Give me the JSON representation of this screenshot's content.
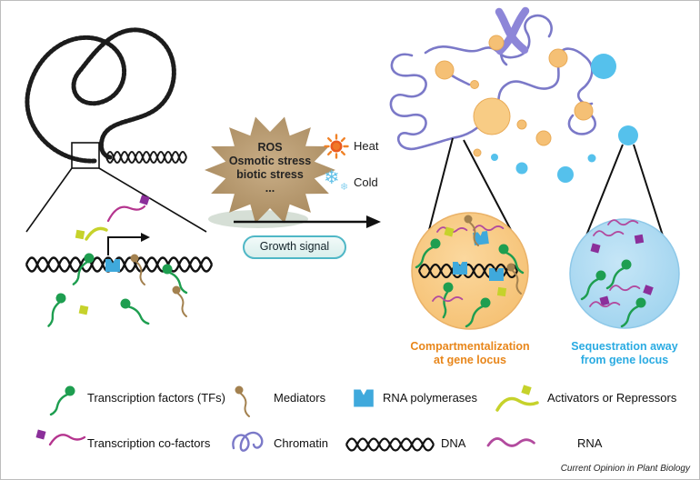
{
  "burst": {
    "line1": "ROS",
    "line2": "Osmotic stress",
    "line3": "biotic stress",
    "line4": "..."
  },
  "signals": {
    "heat": "Heat",
    "cold": "Cold",
    "growth": "Growth signal"
  },
  "icons": {
    "cold_flake_large": "❄",
    "cold_flake_small": "❄",
    "heat_icon": "sun-shape",
    "legend_icons": [
      "tf-icon",
      "mediator-icon",
      "rna-polymerase-icon",
      "activator-repressor-icon",
      "co-factor-icon",
      "chromatin-icon",
      "dna-icon",
      "rna-icon"
    ]
  },
  "outcomes": {
    "compartmentalization": {
      "line1": "Compartmentalization",
      "line2": "at gene locus"
    },
    "sequestration": {
      "line1": "Sequestration away",
      "line2": "from gene locus"
    }
  },
  "legend": {
    "items": [
      {
        "label": "Transcription factors (TFs)"
      },
      {
        "label": "Mediators"
      },
      {
        "label": "RNA polymerases"
      },
      {
        "label": "Activators or Repressors"
      },
      {
        "label": "Transcription co-factors"
      },
      {
        "label": "Chromatin"
      },
      {
        "label": "DNA"
      },
      {
        "label": "RNA"
      }
    ]
  },
  "footer": "Current Opinion in Plant Biology",
  "colors": {
    "tf_green": "#1e9e50",
    "cofactor_magenta": "#b5358f",
    "cofactor_square_purple": "#8b2f9a",
    "polymerase_blue": "#3fa9dc",
    "activator_yellow": "#c6d22b",
    "mediator_brown": "#a3814f",
    "chromatin_purple": "#7b79c8",
    "condensate_orange": "#f5c075",
    "condensate_blue": "#55c1ec",
    "burst_tan": "#b29066",
    "label_orange": "#e8861a",
    "label_blue": "#2aabe2"
  }
}
